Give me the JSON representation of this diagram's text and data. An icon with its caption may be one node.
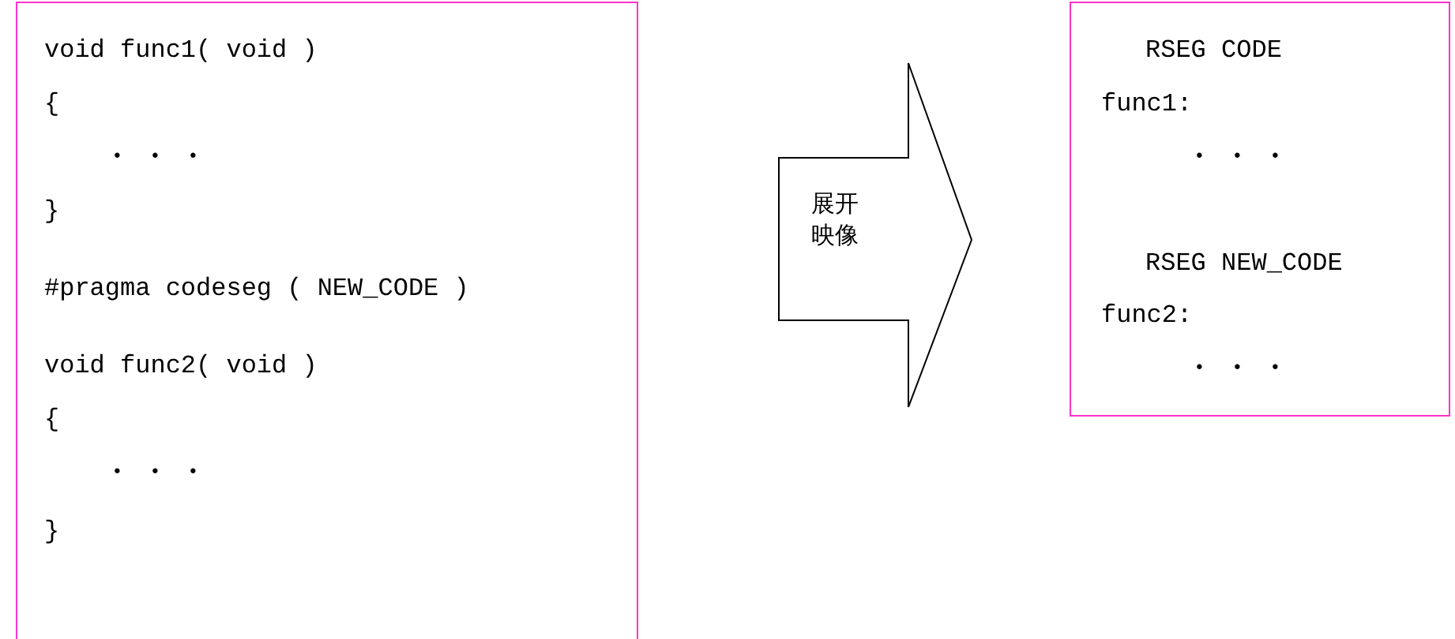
{
  "diagram": {
    "nodes": [
      {
        "text": [
          "void func1( void )",
          "{",
          "・・・",
          "}",
          "#pragma codeseg ( NEW_CODE )",
          "void func2( void )",
          "{",
          "・・・",
          "}"
        ]
      },
      {
        "text": [
          "展开映像"
        ]
      },
      {
        "text": [
          "RSEG CODE",
          "func1:",
          "・・・",
          "RSEG NEW_CODE",
          "func2:",
          "・・・"
        ]
      }
    ]
  }
}
